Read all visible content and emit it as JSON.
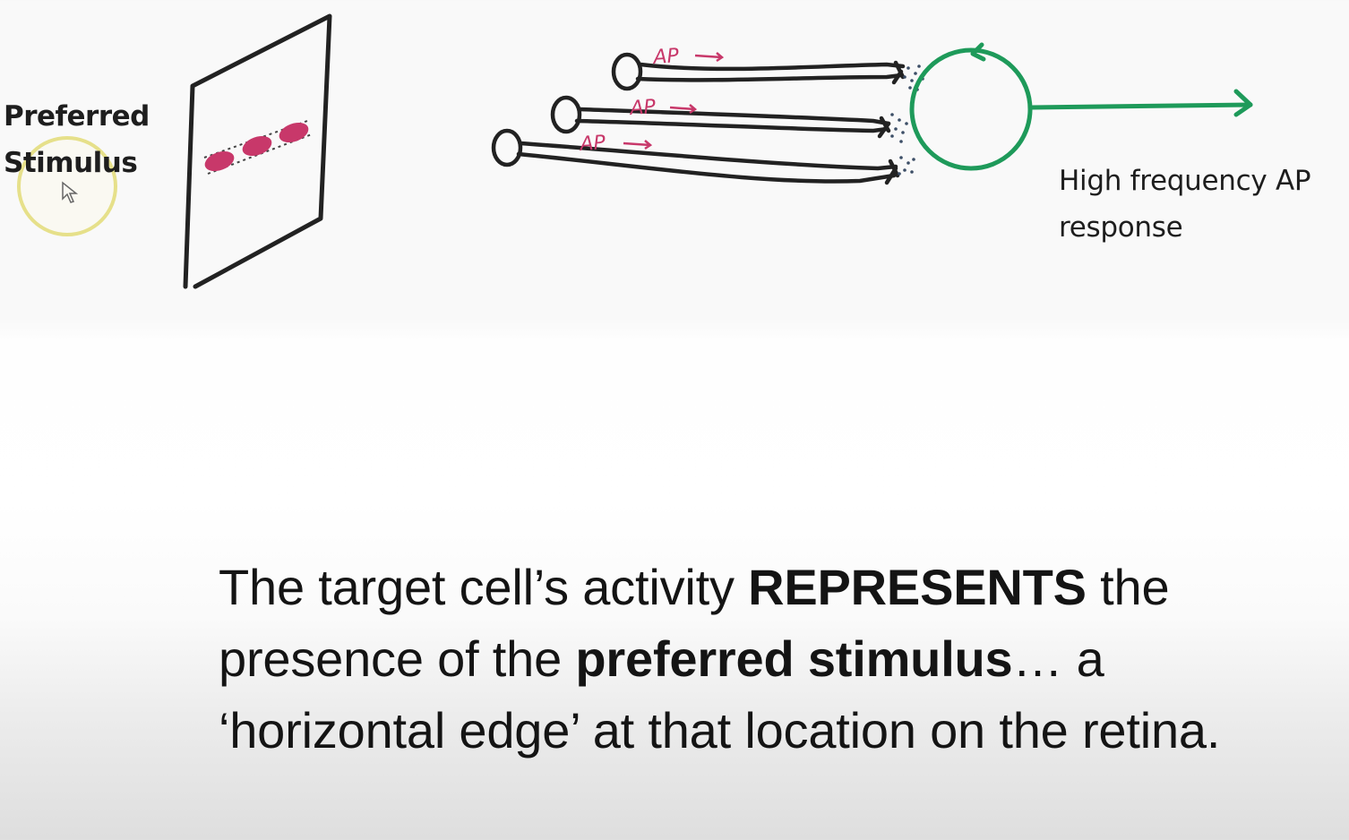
{
  "diagram": {
    "stimulus_label_line1": "Preferred",
    "stimulus_label_line2": "Stimulus",
    "ap_label": "AP",
    "response_label_line1": "High frequency AP",
    "response_label_line2": "response",
    "colors": {
      "ink": "#222222",
      "stimulus_bar": "#c8386a",
      "target_cell": "#1e9a5a",
      "cursor_ring": "#e6e08a"
    }
  },
  "caption": {
    "part1": "The target cell’s activity ",
    "bold1": "REPRESENTS",
    "part2": " the presence of the ",
    "bold2": "preferred stimulus",
    "part3": "… a ‘horizontal edge’ at that location on the retina."
  }
}
